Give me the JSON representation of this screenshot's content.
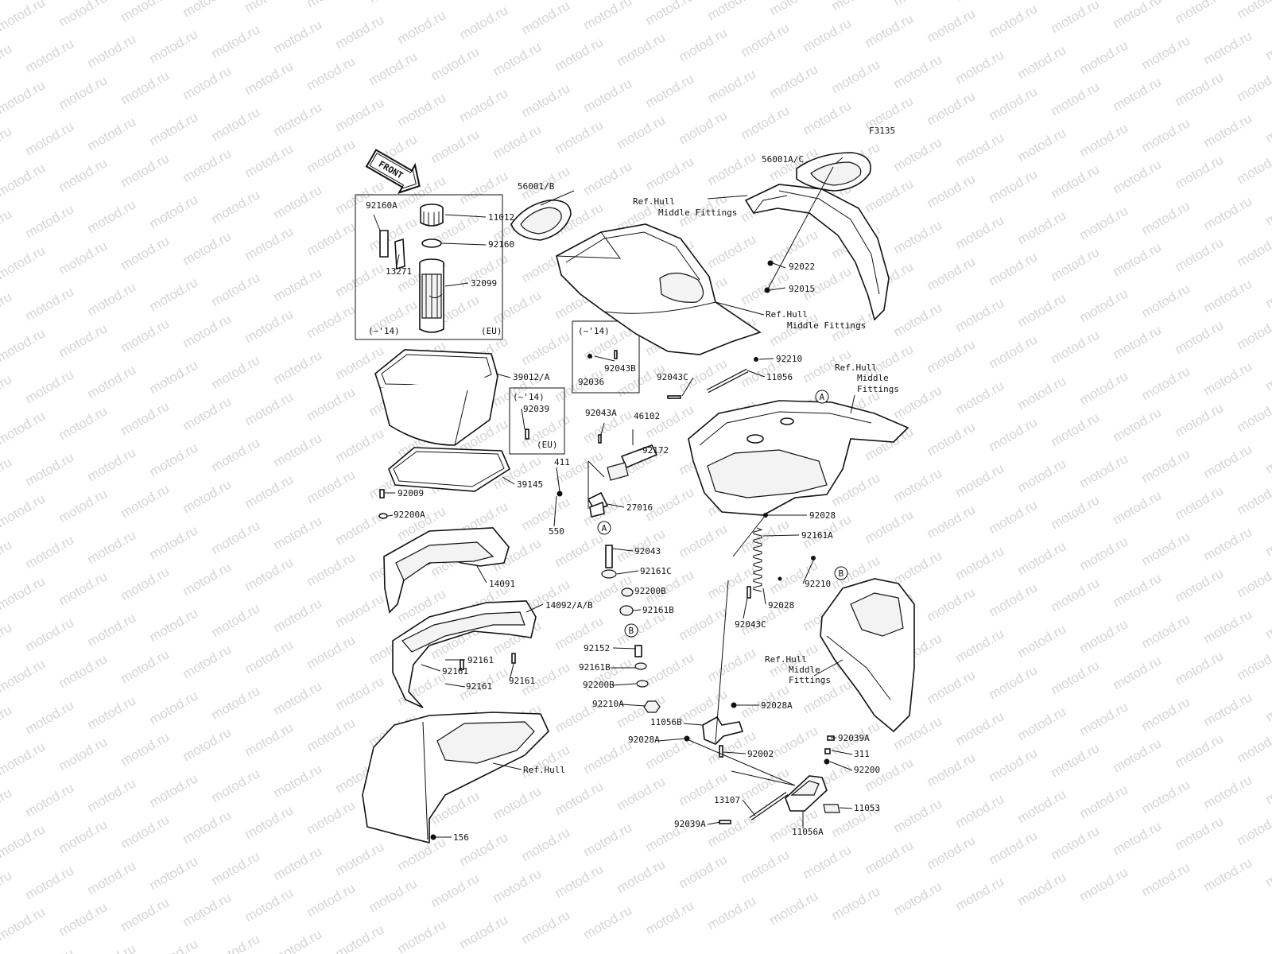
{
  "figure_code": "F3135",
  "watermark": "motod.ru",
  "front_label": "FRONT",
  "labels": {
    "l56001ac": "56001A/C",
    "l56001b": "56001/B",
    "lRef1a": "Ref.Hull",
    "lRef1b": "Middle Fittings",
    "l92022": "92022",
    "l92015": "92015",
    "lRef2a": "Ref.Hull",
    "lRef2b": "Middle Fittings",
    "l92160a": "92160A",
    "l11012": "11012",
    "l92160": "92160",
    "l13271": "13271",
    "l32099": "32099",
    "l14a": "(~'14)",
    "lEUa": "(EU)",
    "l39012a": "39012/A",
    "l14b": "(~'14)",
    "l92043b": "92043B",
    "l92036": "92036",
    "l92210a": "92210",
    "l11056": "11056",
    "l92043c_a": "92043C",
    "lRef3a": "Ref.Hull",
    "lRef3b": "Middle",
    "lRef3c": "Fittings",
    "l14c": "(~'14)",
    "l92039": "92039",
    "lEUb": "(EU)",
    "l92043a": "92043A",
    "l46102": "46102",
    "lCircA1": "A",
    "l92172": "92172",
    "l411": "411",
    "l39145": "39145",
    "l92009": "92009",
    "l92200a": "92200A",
    "l27016": "27016",
    "l550": "550",
    "l92028a_top": "92028",
    "l92161a": "92161A",
    "lCircA2": "A",
    "l92043": "92043",
    "l92210b": "92210",
    "l92161c": "92161C",
    "l14091": "14091",
    "l92200b": "92200B",
    "lCircB1": "B",
    "l92028b": "92028",
    "l14092": "14092/A/B",
    "l92161b": "92161B",
    "l92043c_b": "92043C",
    "lCircB2": "B",
    "l92152": "92152",
    "l92161_1": "92161",
    "l92161_2": "92161",
    "l92161_3": "92161",
    "l92161_4": "92161",
    "l92161b2": "92161B",
    "l92200b2": "92200B",
    "lRef4a": "Ref.Hull",
    "lRef4b": "Middle",
    "lRef4c": "Fittings",
    "l92210a2": "92210A",
    "l92028A1": "92028A",
    "l11056b": "11056B",
    "l92028A2": "92028A",
    "l92002": "92002",
    "l92039a1": "92039A",
    "l311": "311",
    "lRefHull": "Ref.Hull",
    "l92200": "92200",
    "l13107": "13107",
    "l11053": "11053",
    "l92039a2": "92039A",
    "l11056a": "11056A",
    "l156": "156"
  }
}
